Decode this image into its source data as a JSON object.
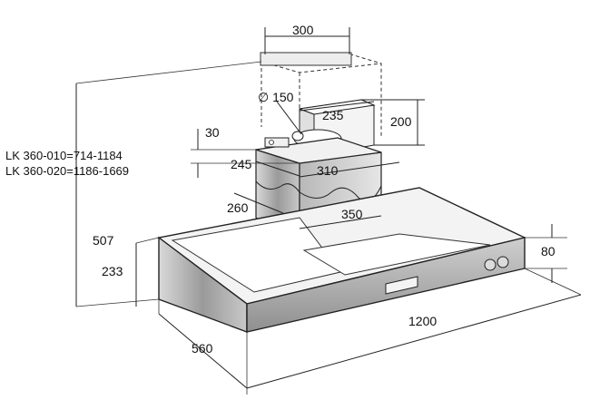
{
  "diagram": {
    "models": {
      "line1": "LK 360-010=714-1184",
      "line2": "LK 360-020=1186-1669"
    },
    "dimensions": {
      "chimney_top_width": "300",
      "duct_diameter": "∅ 150",
      "duct_width": "235",
      "duct_height": "200",
      "top_offset": "30",
      "chimney_width": "310",
      "chimney_side_depth": "245",
      "chimney_base_depth": "260",
      "chimney_base_width": "350",
      "height_to_mount": "507",
      "hood_height": "233",
      "depth": "560",
      "width": "1200",
      "front_height": "80"
    }
  }
}
